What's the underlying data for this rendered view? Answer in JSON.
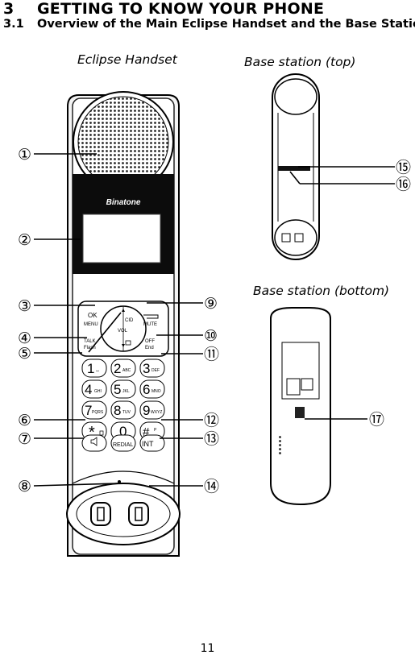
{
  "section": {
    "number": "3",
    "title": "GETTING TO KNOW YOUR PHONE"
  },
  "subsection": {
    "number": "3.1",
    "title": "Overview of the Main Eclipse Handset and the Base Station"
  },
  "captions": {
    "handset": "Eclipse Handset",
    "base_top": "Base station (top)",
    "base_bottom": "Base station (bottom)"
  },
  "brand": "Binatone",
  "callouts": [
    "①",
    "②",
    "③",
    "④",
    "⑤",
    "⑥",
    "⑦",
    "⑧",
    "⑨",
    "⑩",
    "⑪",
    "⑫",
    "⑬",
    "⑭",
    "⑮",
    "⑯",
    "⑰"
  ],
  "keys": {
    "ok": "OK",
    "menu": "MENU",
    "cid": "CID",
    "vol": "VOL",
    "mute": "MUTE",
    "talk": "TALK",
    "flash": "Flash",
    "off": "OFF",
    "end": "End",
    "redial": "REDIAL",
    "int": "INT",
    "p": "P",
    "digits": [
      {
        "d": "1",
        "l": "⌴"
      },
      {
        "d": "2",
        "l": "ABC"
      },
      {
        "d": "3",
        "l": "DEF"
      },
      {
        "d": "4",
        "l": "GHI"
      },
      {
        "d": "5",
        "l": "JKL"
      },
      {
        "d": "6",
        "l": "MNO"
      },
      {
        "d": "7",
        "l": "PQRS"
      },
      {
        "d": "8",
        "l": "TUV"
      },
      {
        "d": "9",
        "l": "WXYZ"
      }
    ],
    "star": "*",
    "zero": "0",
    "hash": "#"
  },
  "page_number": "11"
}
